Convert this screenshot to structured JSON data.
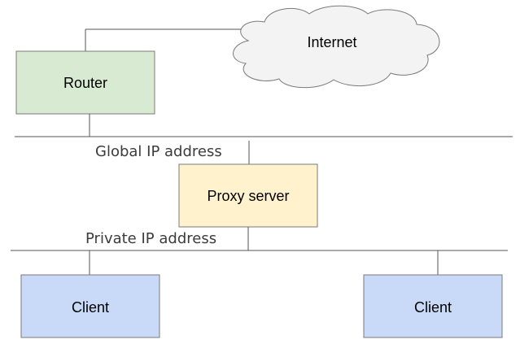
{
  "nodes": {
    "internet": {
      "label": "Internet",
      "shape": "cloud-icon"
    },
    "router": {
      "label": "Router"
    },
    "proxy": {
      "label": "Proxy server"
    },
    "client_left": {
      "label": "Client"
    },
    "client_right": {
      "label": "Client"
    }
  },
  "networks": {
    "global": {
      "label": "Global IP address"
    },
    "private": {
      "label": "Private IP address"
    }
  },
  "colors": {
    "router_fill": "#d9ead3",
    "proxy_fill": "#fff2cc",
    "client_fill": "#c9daf8",
    "cloud_fill": "#f3f3f3",
    "line": "#555555"
  }
}
